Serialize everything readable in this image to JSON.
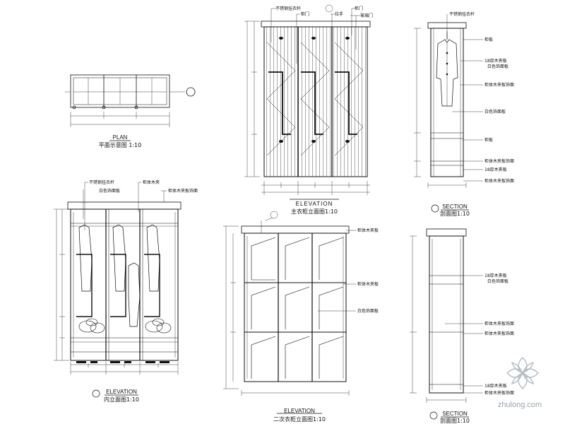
{
  "captions": {
    "plan_tag": "PLAN",
    "plan_title": "平面示意图 1:10",
    "elev_main_tag": "ELEVATION",
    "elev_main_title": "主衣柜立面图1:10",
    "side_top_tag": "SECTION",
    "side_top_title": "剖面图1:10",
    "inner_tag": "ELEVATION",
    "inner_title": "内立面图1:10",
    "second_tag": "ELEVATION",
    "second_title": "二次衣柜立面图1:10",
    "side_bot_tag": "SECTION",
    "side_bot_title": "剖面图1:10"
  },
  "labels": {
    "em_1": "不锈钢挂衣杆",
    "em_2": "柜门",
    "em_3": "拉手",
    "em_4": "柜门",
    "em_5": "玻璃门",
    "st_1": "不锈钢挂衣杆",
    "st_2": "柜板",
    "st_3": "18厚木夹板",
    "st_4": "白色饰面板",
    "st_5": "柜体木夹板饰面",
    "st_6": "白色饰面板",
    "st_7": "柜板",
    "st_8": "柜体木夹板饰面",
    "st_9": "18厚木夹板",
    "st_10": "柜体木夹板饰面",
    "in_1": "不锈钢挂衣杆",
    "in_2": "白色饰面板",
    "in_3": "柜体木夹",
    "in_4": "柜体木夹板饰面",
    "se_1": "柜体木夹板",
    "se_2": "柜体木夹板",
    "se_3": "白色饰面板",
    "sb_1": "18厚木夹板",
    "sb_2": "白色饰面板",
    "sb_3": "柜体木夹板饰面",
    "sb_4": "柜体木夹板饰面",
    "sb_5": "18厚木夹板",
    "sb_6": "柜体木夹板饰面"
  },
  "watermark": "zhulong.com"
}
